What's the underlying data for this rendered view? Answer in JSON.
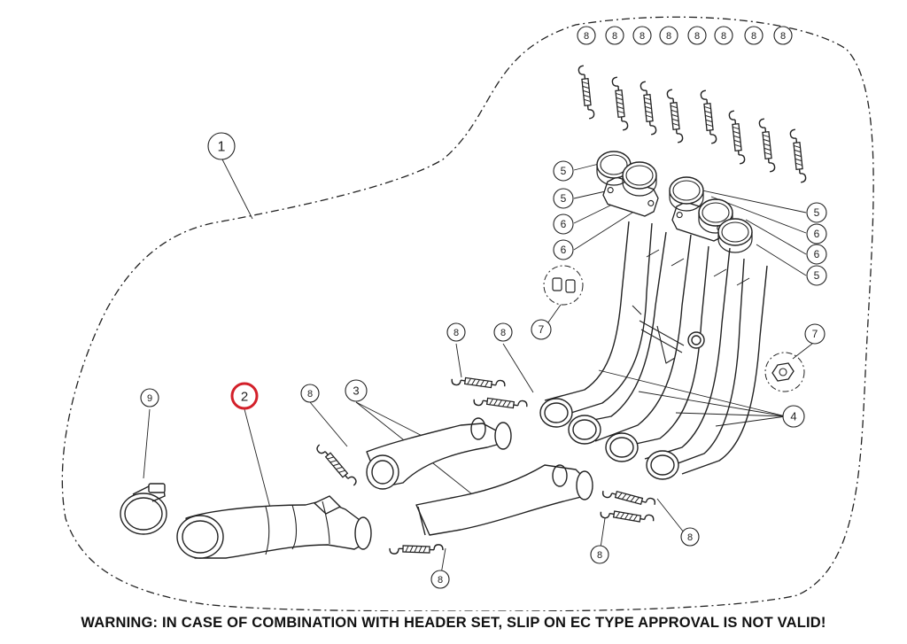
{
  "diagram": {
    "warning": "WARNING: IN CASE OF COMBINATION WITH HEADER SET, SLIP ON EC TYPE APPROVAL IS NOT VALID!",
    "highlight_color": "#d3202a",
    "line_color": "#222222",
    "callouts": [
      {
        "id": "c1",
        "label": "1"
      },
      {
        "id": "c2",
        "label": "2",
        "highlighted": true
      },
      {
        "id": "c3",
        "label": "3"
      },
      {
        "id": "c4",
        "label": "4"
      },
      {
        "id": "c5a",
        "label": "5"
      },
      {
        "id": "c5b",
        "label": "5"
      },
      {
        "id": "c5c",
        "label": "5"
      },
      {
        "id": "c5d",
        "label": "5"
      },
      {
        "id": "c6a",
        "label": "6"
      },
      {
        "id": "c6b",
        "label": "6"
      },
      {
        "id": "c6c",
        "label": "6"
      },
      {
        "id": "c6d",
        "label": "6"
      },
      {
        "id": "c7a",
        "label": "7"
      },
      {
        "id": "c7b",
        "label": "7"
      },
      {
        "id": "c8t1",
        "label": "8"
      },
      {
        "id": "c8t2",
        "label": "8"
      },
      {
        "id": "c8t3",
        "label": "8"
      },
      {
        "id": "c8t4",
        "label": "8"
      },
      {
        "id": "c8t5",
        "label": "8"
      },
      {
        "id": "c8t6",
        "label": "8"
      },
      {
        "id": "c8t7",
        "label": "8"
      },
      {
        "id": "c8t8",
        "label": "8"
      },
      {
        "id": "c8m1",
        "label": "8"
      },
      {
        "id": "c8m2",
        "label": "8"
      },
      {
        "id": "c8m3",
        "label": "8"
      },
      {
        "id": "c8b1",
        "label": "8"
      },
      {
        "id": "c8b2",
        "label": "8"
      },
      {
        "id": "c8b3",
        "label": "8"
      },
      {
        "id": "c9",
        "label": "9"
      }
    ]
  }
}
